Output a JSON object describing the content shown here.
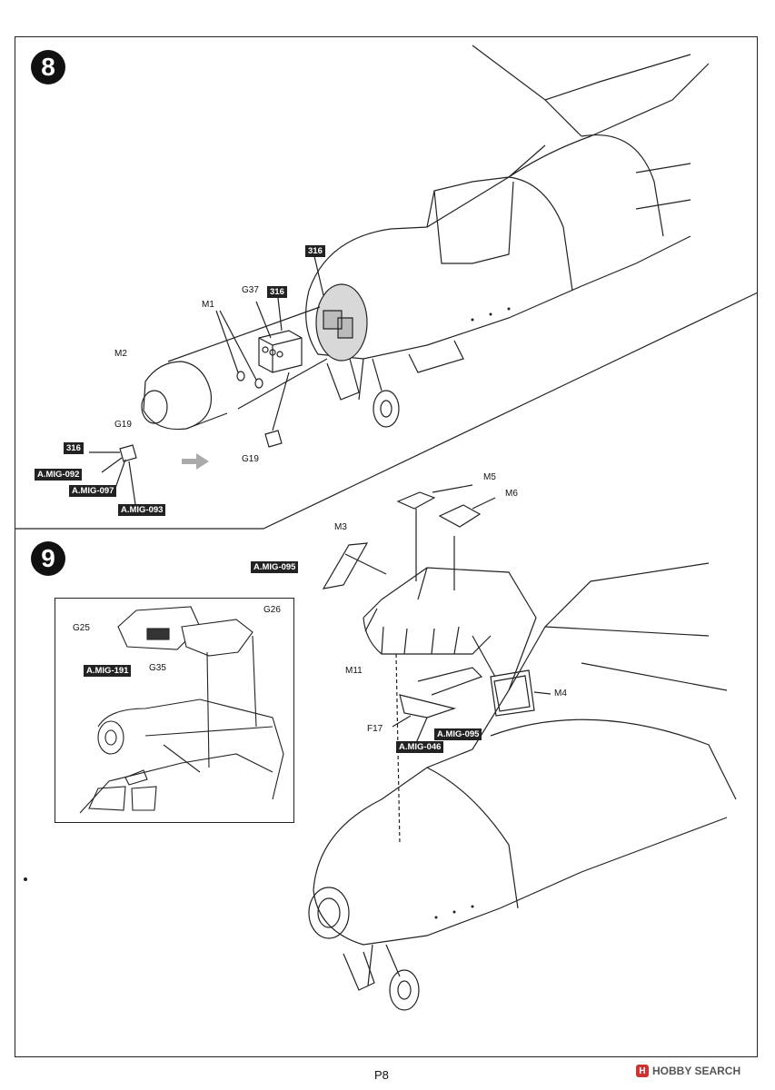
{
  "steps": [
    {
      "number": "8"
    },
    {
      "number": "9"
    }
  ],
  "step8": {
    "paint_codes": {
      "c316_nose": "316",
      "c316_box": "316",
      "c316_g19": "316",
      "mig092": "A.MIG-092",
      "mig097": "A.MIG-097",
      "mig093": "A.MIG-093"
    },
    "parts": {
      "m1": "M1",
      "g37": "G37",
      "m2": "M2",
      "g19_left": "G19",
      "g19_right": "G19"
    }
  },
  "step9": {
    "paint_codes": {
      "mig095_left": "A.MIG-095",
      "mig095_right": "A.MIG-095",
      "mig046": "A.MIG-046",
      "mig191": "A.MIG-191"
    },
    "parts": {
      "m5": "M5",
      "m6": "M6",
      "m3": "M3",
      "m11": "M11",
      "m4": "M4",
      "f17": "F17",
      "g25": "G25",
      "g26": "G26",
      "g35": "G35"
    }
  },
  "footer": {
    "page": "P8",
    "watermark": "HOBBY SEARCH",
    "watermark_icon": "H"
  }
}
